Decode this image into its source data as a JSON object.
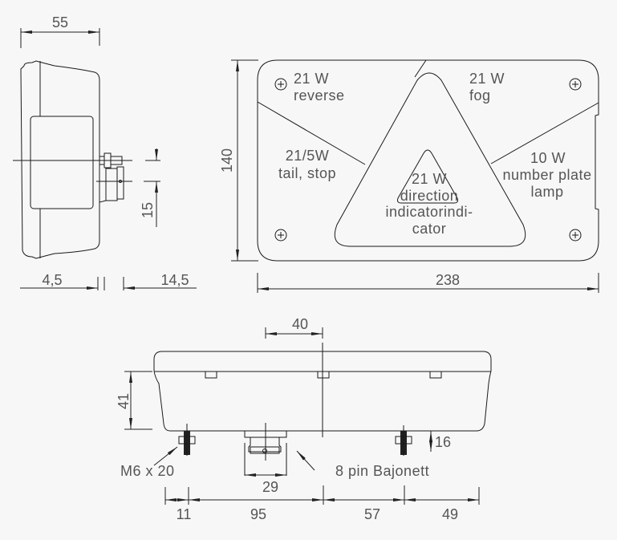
{
  "side_view": {
    "dim_depth": "55",
    "dim_offset": "15",
    "dim_left": "4,5",
    "dim_right": "14,5"
  },
  "front_view": {
    "dim_height": "140",
    "dim_width": "238",
    "lamps": {
      "reverse": {
        "watt": "21  W",
        "name": "reverse"
      },
      "fog": {
        "watt": "21  W",
        "name": "fog"
      },
      "tail_stop": {
        "watt": "21/5W",
        "name": "tail,  stop"
      },
      "number_plate": {
        "watt": "10  W",
        "name1": "number  plate",
        "name2": "lamp"
      },
      "direction": {
        "watt": "21  W",
        "name1": "direction",
        "name2": "indicatorindi-",
        "name3": "cator"
      }
    }
  },
  "bottom_view": {
    "dim_40": "40",
    "dim_41": "41",
    "dim_16": "16",
    "dim_29": "29",
    "bolt_label": "M6  x  20",
    "connector_label": "8  pin  Bajonett",
    "bottom_dims": [
      "11",
      "95",
      "57",
      "49"
    ]
  }
}
